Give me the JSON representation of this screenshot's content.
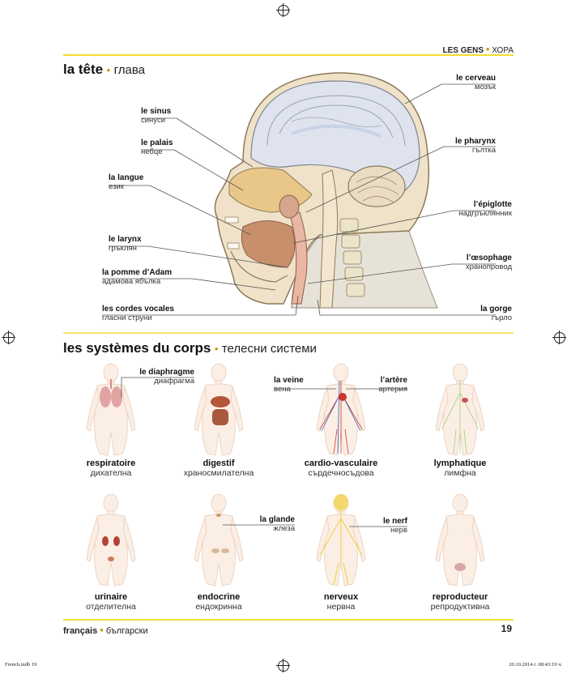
{
  "header": {
    "section_fr": "LES GENS",
    "separator": "•",
    "section_bg": "ХОРА"
  },
  "head": {
    "title_fr": "la tête",
    "title_bg": "глава",
    "labels": [
      {
        "fr": "le sinus",
        "bg": "синуси"
      },
      {
        "fr": "le palais",
        "bg": "небце"
      },
      {
        "fr": "la langue",
        "bg": "език"
      },
      {
        "fr": "le larynx",
        "bg": "гръклян"
      },
      {
        "fr": "la pomme d’Adam",
        "bg": "адамова ябълка"
      },
      {
        "fr": "les cordes vocales",
        "bg": "гласни струни"
      },
      {
        "fr": "le cerveau",
        "bg": "мозък"
      },
      {
        "fr": "le pharynx",
        "bg": "гълтка"
      },
      {
        "fr": "l’épiglotte",
        "bg": "надгръклянник"
      },
      {
        "fr": "l’œsophage",
        "bg": "хранопровод"
      },
      {
        "fr": "la gorge",
        "bg": "гърло"
      }
    ]
  },
  "systems": {
    "title_fr": "les systèmes du corps",
    "title_bg": "телесни системи",
    "items": [
      {
        "fr": "respiratoire",
        "bg": "дихателна"
      },
      {
        "fr": "digestif",
        "bg": "храносмилателна"
      },
      {
        "fr": "cardio-vasculaire",
        "bg": "сърдечносъдова"
      },
      {
        "fr": "lymphatique",
        "bg": "лимфна"
      },
      {
        "fr": "urinaire",
        "bg": "отделителна"
      },
      {
        "fr": "endocrine",
        "bg": "ендокринна"
      },
      {
        "fr": "nerveux",
        "bg": "нервна"
      },
      {
        "fr": "reproducteur",
        "bg": "репродуктивна"
      }
    ],
    "callouts": [
      {
        "fr": "le diaphragme",
        "bg": "диафрагма"
      },
      {
        "fr": "la veine",
        "bg": "вена"
      },
      {
        "fr": "l’artère",
        "bg": "артерия"
      },
      {
        "fr": "la glande",
        "bg": "жлеза"
      },
      {
        "fr": "le nerf",
        "bg": "нерв"
      }
    ]
  },
  "footer": {
    "lang_fr": "français",
    "lang_bg": "български",
    "page_number": "19",
    "slug_left": "French.indb   19",
    "slug_right": "20.10.2014 г.   08:43:19 ч."
  }
}
